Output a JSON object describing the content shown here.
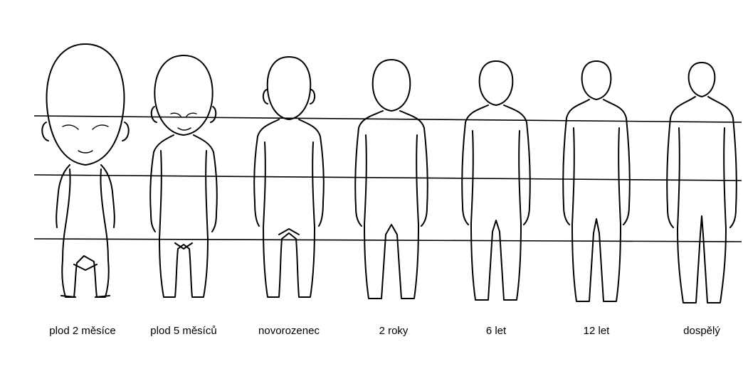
{
  "figures": [
    {
      "id": "fetus-2-months",
      "label": "plod 2 měsíce"
    },
    {
      "id": "fetus-5-months",
      "label": "plod 5 měsíců"
    },
    {
      "id": "newborn",
      "label": "novorozenec"
    },
    {
      "id": "age-2-years",
      "label": "2 roky"
    },
    {
      "id": "age-6-years",
      "label": "6 let"
    },
    {
      "id": "age-12-years",
      "label": "12 let"
    },
    {
      "id": "adult",
      "label": "dospělý"
    }
  ],
  "colors": {
    "line": "#000000",
    "background": "#ffffff"
  }
}
